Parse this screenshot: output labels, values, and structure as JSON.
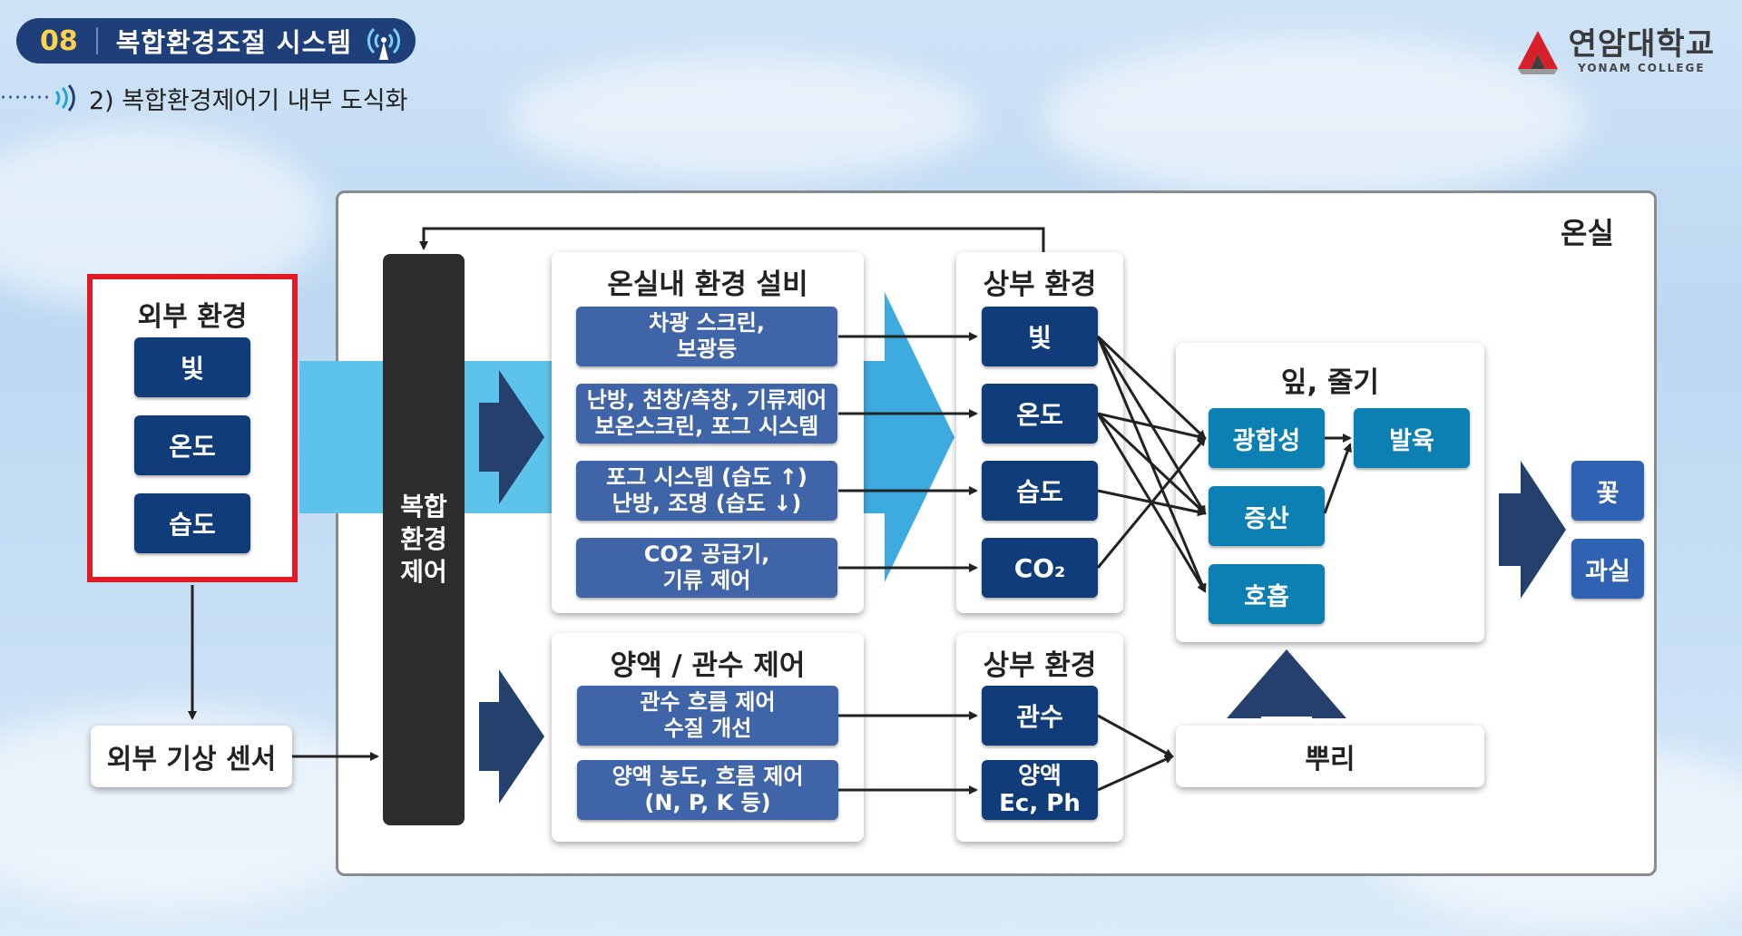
{
  "header": {
    "section_number": "08",
    "section_title": "복합환경조절 시스템",
    "subtitle": "2) 복합환경제어기 내부 도식화"
  },
  "logo": {
    "name_ko": "연암대학교",
    "name_en": "YONAM COLLEGE"
  },
  "colors": {
    "navy": "#103d7a",
    "box_blue": "#3f64a8",
    "teal": "#0c7fb3",
    "flow_cyan": "#5ec3ea",
    "highlight_red": "#e01b24",
    "dark_arrow": "#26406d"
  },
  "diagram": {
    "greenhouse_label": "온실",
    "external": {
      "title": "외부 환경",
      "items": [
        "빛",
        "온도",
        "습도"
      ]
    },
    "weather_sensor": "외부 기상 센서",
    "controller": "복합\n환경\n제어",
    "facilities": {
      "title": "온실내 환경 설비",
      "items": [
        "차광 스크린,\n보광등",
        "난방, 천창/측창, 기류제어\n보온스크린, 포그 시스템",
        "포그 시스템 (습도 ↑)\n난방, 조명 (습도 ↓)",
        "CO2 공급기,\n기류 제어"
      ]
    },
    "upper_env_1": {
      "title": "상부 환경",
      "items": [
        "빛",
        "온도",
        "습도",
        "CO₂"
      ]
    },
    "nutrient": {
      "title": "양액 / 관수 제어",
      "items": [
        "관수 흐름 제어\n수질 개선",
        "양액 농도, 흐름 제어\n(N, P, K 등)"
      ]
    },
    "upper_env_2": {
      "title": "상부 환경",
      "items": [
        "관수",
        "양액\nEc, Ph"
      ]
    },
    "leaf_stem": {
      "title": "잎, 줄기",
      "items": [
        "광합성",
        "증산",
        "호흡",
        "발육"
      ]
    },
    "root": "뿌리",
    "outputs": [
      "꽃",
      "과실"
    ]
  }
}
